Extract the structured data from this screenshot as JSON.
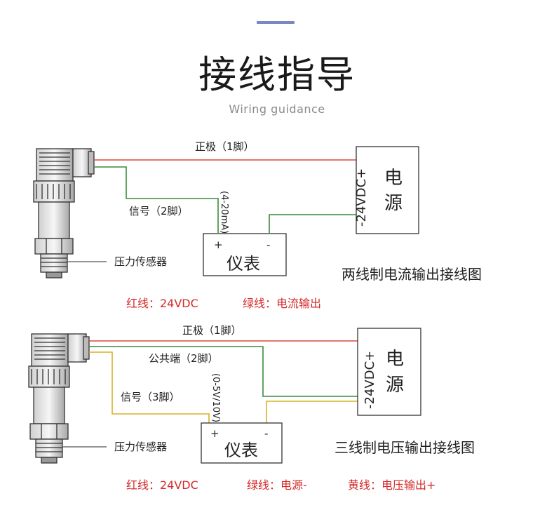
{
  "header": {
    "title": "接线指导",
    "subtitle": "Wiring guidance",
    "accent_color": "#7b86c4"
  },
  "colors": {
    "red_wire": "#d94a3a",
    "green_wire": "#3a8a3a",
    "yellow_wire": "#d9b02a",
    "legend_text": "#d42a2a"
  },
  "diagram1": {
    "wire_red_label": "正极（1脚）",
    "wire_green_label": "信号（2脚）",
    "signal_range": "(4-20mA)",
    "meter_label": "仪表",
    "meter_plus": "+",
    "meter_minus": "-",
    "psu_voltage": "-24VDC+",
    "psu_label_1": "电",
    "psu_label_2": "源",
    "sensor_label": "压力传感器",
    "caption": "两线制电流输出接线图",
    "legend_red": "红线：24VDC",
    "legend_green": "绿线：电流输出"
  },
  "diagram2": {
    "wire_red_label": "正极（1脚）",
    "wire_green_label": "公共端（2脚）",
    "wire_yellow_label": "信号（3脚）",
    "signal_range": "(0-5V/10V)",
    "meter_label": "仪表",
    "meter_plus": "+",
    "meter_minus": "-",
    "psu_voltage": "-24VDC+",
    "psu_label_1": "电",
    "psu_label_2": "源",
    "sensor_label": "压力传感器",
    "caption": "三线制电压输出接线图",
    "legend_red": "红线：24VDC",
    "legend_green": "绿线：电源-",
    "legend_yellow": "黄线：电压输出+"
  }
}
